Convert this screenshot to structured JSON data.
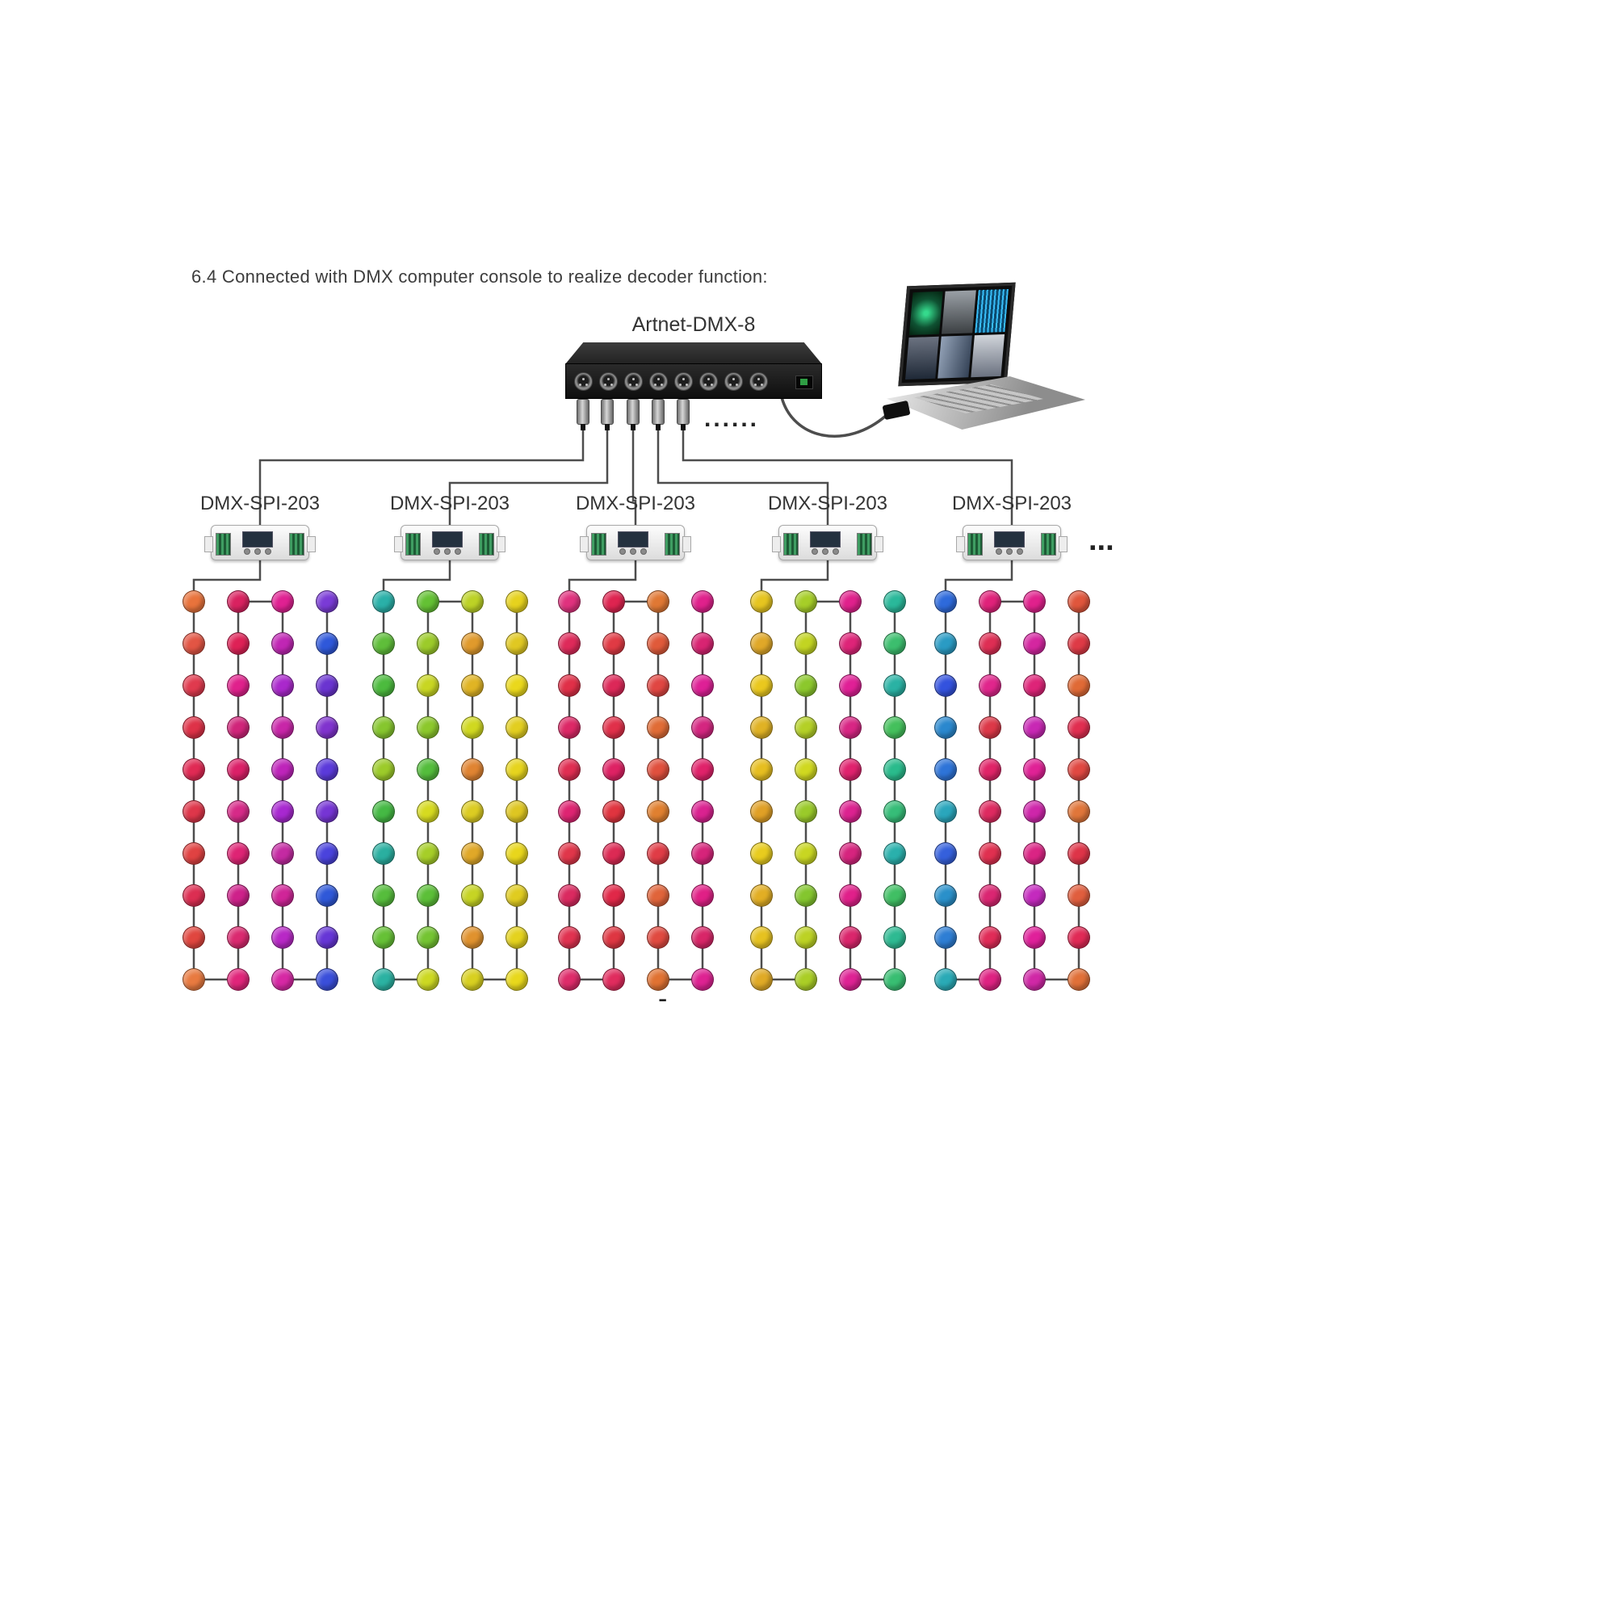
{
  "title": "6.4 Connected with DMX computer console to realize decoder function:",
  "console": {
    "label": "Artnet-DMX-8",
    "output_count": 8,
    "plug_count": 5,
    "dots_label": "......"
  },
  "ellipsis_label": "...",
  "bottom_dash_label": "-",
  "wire_color": "#4d4d4d",
  "groups": [
    {
      "label": "DMX-SPI-203",
      "columns": [
        [
          "#e8733c",
          "#e25544",
          "#e03a4e",
          "#de3248",
          "#e02a54",
          "#de364a",
          "#e04242",
          "#dc2e52",
          "#e0463f",
          "#e87a40"
        ],
        [
          "#d92260",
          "#de2156",
          "#e0218c",
          "#d0257a",
          "#db2068",
          "#d62a88",
          "#de2474",
          "#ce218a",
          "#da2a70",
          "#e0257a"
        ],
        [
          "#e02192",
          "#c026b4",
          "#aa28cc",
          "#c826a8",
          "#be24ba",
          "#a828d0",
          "#c42aa2",
          "#d02598",
          "#b828c6",
          "#d628a4"
        ],
        [
          "#7a3bd6",
          "#2f58da",
          "#6a34d0",
          "#8033ce",
          "#5b3ada",
          "#7635d4",
          "#4a43dc",
          "#2f58d8",
          "#6636d6",
          "#3a4fda"
        ]
      ]
    },
    {
      "label": "DMX-SPI-203",
      "columns": [
        [
          "#2ab0a8",
          "#5fbe3a",
          "#4cbb3e",
          "#86c62e",
          "#9ccb2a",
          "#45b944",
          "#2aafa0",
          "#56bd3c",
          "#66c136",
          "#2bb2a2"
        ],
        [
          "#64c134",
          "#9ccb2a",
          "#c8d622",
          "#8cc82c",
          "#54bd3c",
          "#d6da20",
          "#a6ce28",
          "#5cbf38",
          "#74c432",
          "#ccd822"
        ],
        [
          "#bcd226",
          "#e09a2c",
          "#e0b424",
          "#d0d820",
          "#e08432",
          "#dccc22",
          "#e0a828",
          "#c6d424",
          "#e0922e",
          "#d8d020"
        ],
        [
          "#e6d21e",
          "#e0c822",
          "#ead81c",
          "#e2ce20",
          "#e6d41e",
          "#dec622",
          "#e8d61c",
          "#e0cc20",
          "#e4d21e",
          "#e8d81c"
        ]
      ]
    },
    {
      "label": "DMX-SPI-203",
      "columns": [
        [
          "#e0327e",
          "#de2a5a",
          "#e03048",
          "#dc2866",
          "#e02e52",
          "#de2472",
          "#e0364a",
          "#da2a60",
          "#e03250",
          "#de2c6a"
        ],
        [
          "#de2450",
          "#e03a44",
          "#dc2858",
          "#e0304a",
          "#de2264",
          "#e0343f",
          "#dc2a54",
          "#e02848",
          "#de3642",
          "#e02c5e"
        ],
        [
          "#e07834",
          "#e05a3a",
          "#e04642",
          "#e06c36",
          "#e0503e",
          "#e08030",
          "#e03c46",
          "#e0643a",
          "#e04a40",
          "#e07232"
        ],
        [
          "#e0218c",
          "#d82472",
          "#de2096",
          "#d42680",
          "#e0226a",
          "#da2290",
          "#d6247a",
          "#e02086",
          "#d82668",
          "#de2292"
        ]
      ]
    },
    {
      "label": "DMX-SPI-203",
      "columns": [
        [
          "#e6c520",
          "#e0a828",
          "#eac81e",
          "#e0b224",
          "#e6be20",
          "#e0a026",
          "#e8cc1e",
          "#e2ae24",
          "#e6c220",
          "#e0aa26"
        ],
        [
          "#a6ce28",
          "#c2d422",
          "#8cc82c",
          "#b4d026",
          "#d0d820",
          "#9aca2a",
          "#c8d622",
          "#84c62e",
          "#bcd224",
          "#aace26"
        ],
        [
          "#e0218c",
          "#de2478",
          "#e02096",
          "#d82684",
          "#e0226e",
          "#dc2290",
          "#d6247e",
          "#e0208a",
          "#da266c",
          "#de2294"
        ],
        [
          "#2ab89a",
          "#3cbe6e",
          "#2ab2a4",
          "#44c05c",
          "#2abb8c",
          "#36bd78",
          "#2ab0ac",
          "#40bf64",
          "#2eba92",
          "#38be72"
        ]
      ]
    },
    {
      "label": "DMX-SPI-203",
      "columns": [
        [
          "#2e6adb",
          "#2a9bc4",
          "#3352de",
          "#2a88ce",
          "#2e74d8",
          "#2aa6bc",
          "#3560dc",
          "#2a90ca",
          "#2e7ed4",
          "#2aaab6"
        ],
        [
          "#e0227a",
          "#de2e54",
          "#e0268c",
          "#dc3848",
          "#e02468",
          "#de2a60",
          "#e03050",
          "#da2672",
          "#e02c58",
          "#de2282"
        ],
        [
          "#e0218c",
          "#d426a0",
          "#de2478",
          "#c828b4",
          "#e02296",
          "#ce26aa",
          "#da2484",
          "#c42abe",
          "#e0209a",
          "#d028a6"
        ],
        [
          "#e0563c",
          "#de3a46",
          "#e06a36",
          "#e02e50",
          "#e04842",
          "#e0763a",
          "#de3448",
          "#e05e3e",
          "#e02a56",
          "#e07038"
        ]
      ]
    }
  ]
}
